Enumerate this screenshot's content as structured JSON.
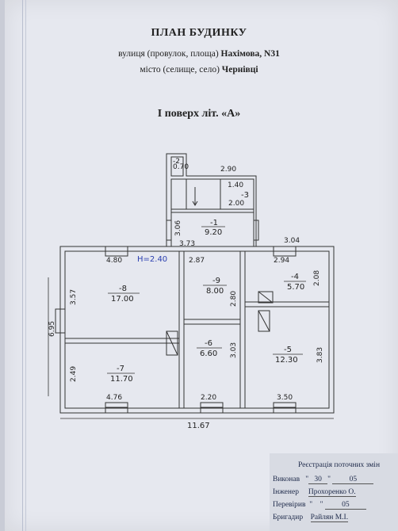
{
  "document": {
    "title": "ПЛАН БУДИНКУ",
    "street_label": "вулиця (провулок, площа)",
    "street_value": "Нахімова, N31",
    "city_label": "місто (селище, село)",
    "city_value": "Чернівці",
    "floor_title": "І поверх літ. «А»"
  },
  "plan": {
    "dimensions": {
      "top_290": "2.90",
      "d_140": "1.40",
      "d_200": "2.00",
      "d_306": "3.06",
      "d_920": "9.20",
      "d_373": "3.73",
      "d_304": "3.04",
      "d_480": "4.80",
      "d_287": "2.87",
      "d_294": "2.94",
      "d_208": "2.08",
      "d_357": "3.57",
      "d_695": "6.95",
      "d_280": "2.80",
      "d_303": "3.03",
      "d_383": "3.83",
      "d_249": "2.49",
      "d_476": "4.76",
      "d_220": "2.20",
      "d_350": "3.50",
      "d_1167": "11.67",
      "d_070": "0.70"
    },
    "height_note": "H=2.40",
    "rooms": [
      {
        "num": "-1",
        "area": "9.20"
      },
      {
        "num": "-2",
        "area": "0.70"
      },
      {
        "num": "-3",
        "area": "2.00"
      },
      {
        "num": "-4",
        "area": "5.70"
      },
      {
        "num": "-5",
        "area": "12.30"
      },
      {
        "num": "-6",
        "area": "6.60"
      },
      {
        "num": "-7",
        "area": "11.70"
      },
      {
        "num": "-8",
        "area": "17.00"
      },
      {
        "num": "-9",
        "area": "8.00"
      }
    ]
  },
  "stamp": {
    "heading": "Реєстрація поточних змін",
    "row1_label": "Виконав",
    "row1_day": "30",
    "row1_month": "05",
    "row2_label": "Інженер",
    "row2_value": "Прохоренко О.",
    "row3_label": "Перевірив",
    "row3_month": "05",
    "row4_label": "Бригадир",
    "row4_value": "Райлян М.І."
  }
}
